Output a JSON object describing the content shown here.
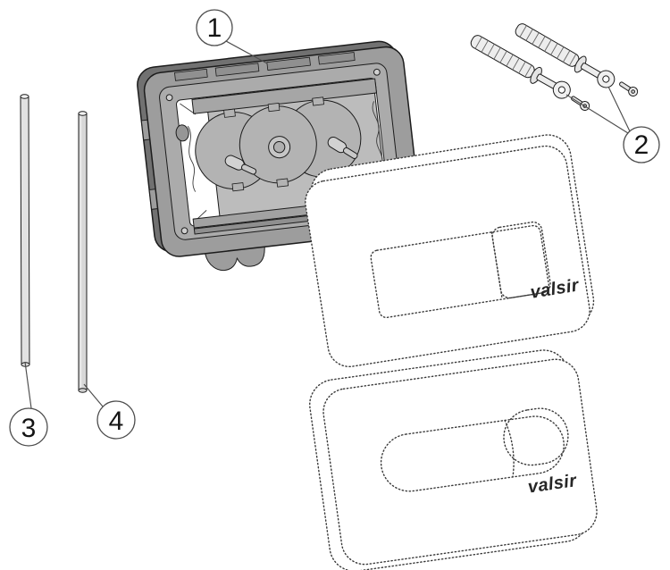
{
  "diagram": {
    "callouts": [
      {
        "label": "1",
        "part": "mounting-frame"
      },
      {
        "label": "2",
        "part": "wall-plugs-and-screws"
      },
      {
        "label": "3",
        "part": "push-rod-long"
      },
      {
        "label": "4",
        "part": "push-rod-short"
      }
    ],
    "plates": {
      "rect_plate_brand": "valsir",
      "oval_plate_brand": "valsir"
    }
  },
  "colors": {
    "bg": "#ffffff",
    "outline": "#1c1c1c",
    "frame": "#9d9d9d",
    "frame-dark": "#717171",
    "frame-light": "#ababab",
    "panel": "#bcbcbc",
    "mech": "#b3b3b3",
    "metal": "#ededed",
    "rod": "#e2e2e2",
    "rod2": "#d8d8d8",
    "dash": "#3a3a3a",
    "callout": "#4d4d4d",
    "ink": "#141414",
    "brand": "#262626"
  }
}
